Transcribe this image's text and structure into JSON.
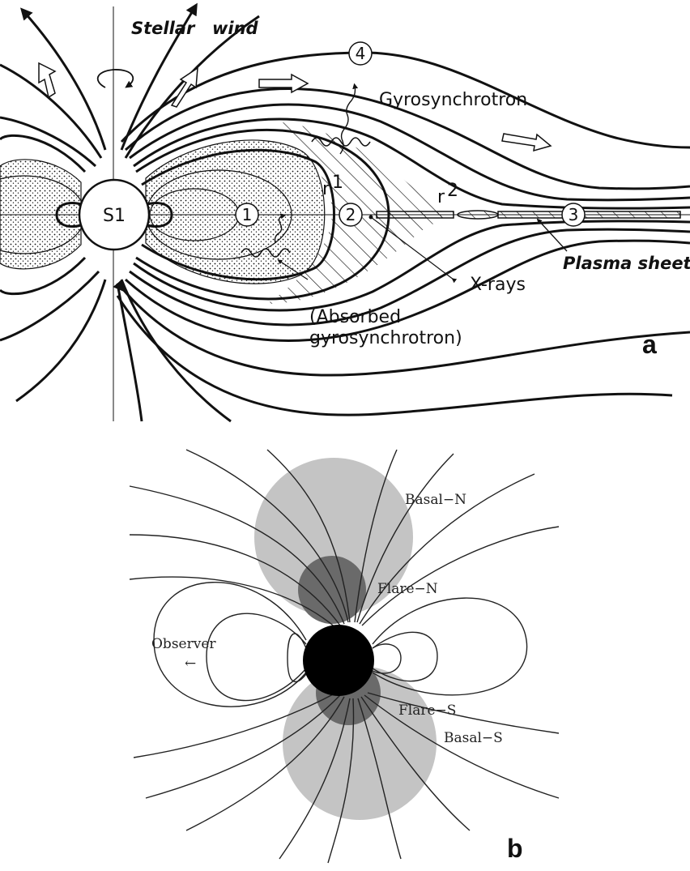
{
  "panel_a": {
    "letter": "a",
    "star_label": "S1",
    "stellar_wind": "Stellar",
    "stellar_wind_2": "wind",
    "gyrosynchrotron": "Gyrosynchrotron",
    "xrays": "X-rays",
    "absorbed_line1": "(Absorbed",
    "absorbed_line2": "gyrosynchrotron)",
    "plasma_sheet": "Plasma sheet",
    "r1": "r",
    "r1_sub": "1",
    "r2": "r",
    "r2_sub": "2",
    "regions": [
      "1",
      "2",
      "3",
      "4"
    ]
  },
  "panel_b": {
    "letter": "b",
    "basal_n": "Basal−N",
    "flare_n": "Flare−N",
    "flare_s": "Flare−S",
    "basal_s": "Basal−S",
    "observer": "Observer",
    "observer_arrow": "←",
    "colors": {
      "basal": "#c4c4c4",
      "flare": "#6a6a6a",
      "star": "#000000"
    }
  }
}
